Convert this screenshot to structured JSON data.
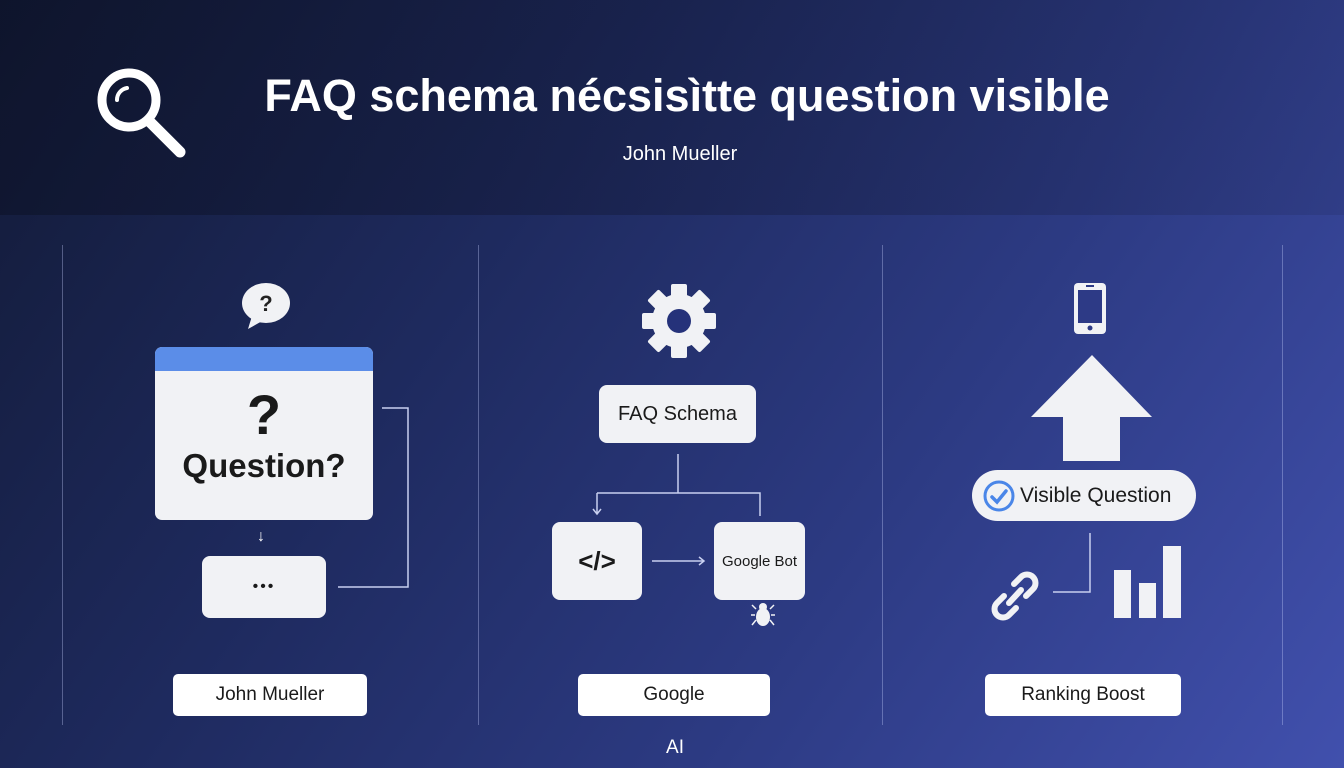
{
  "header": {
    "title": "FAQ schema nécsisìtte question visible",
    "subtitle": "John Mueller",
    "icon": "magnifier-icon"
  },
  "panels": [
    {
      "card_mark": "?",
      "card_text": "Question?",
      "sub_box": "•••",
      "label": "John Mueller",
      "accent": "#5b8de8"
    },
    {
      "schema_box": "FAQ Schema",
      "code_box": "</>",
      "bot_box": "Google Bot",
      "label": "Google"
    },
    {
      "pill": "Visible Question",
      "label": "Ranking Boost",
      "accent": "#4a86e8"
    }
  ],
  "footer": {
    "text": "AI"
  }
}
